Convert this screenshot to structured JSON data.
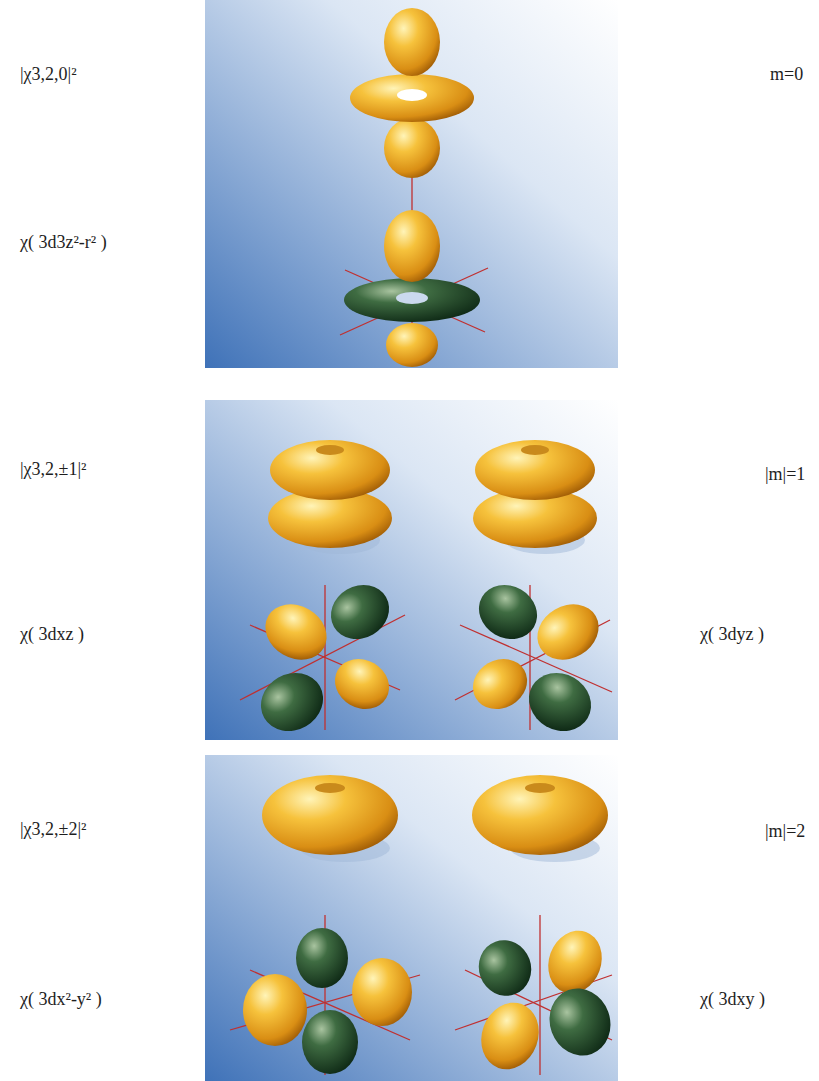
{
  "diagram": {
    "labels": [
      "|χ3,2,0|²",
      "m=0",
      "χ( 3d3z²-r² )",
      "|χ3,2,±1|²",
      "|m|=1",
      "χ( 3dxz )",
      "χ( 3dyz )",
      "|χ3,2,±2|²",
      "|m|=2",
      "χ( 3dx²-y² )",
      "χ( 3dxy )"
    ]
  }
}
